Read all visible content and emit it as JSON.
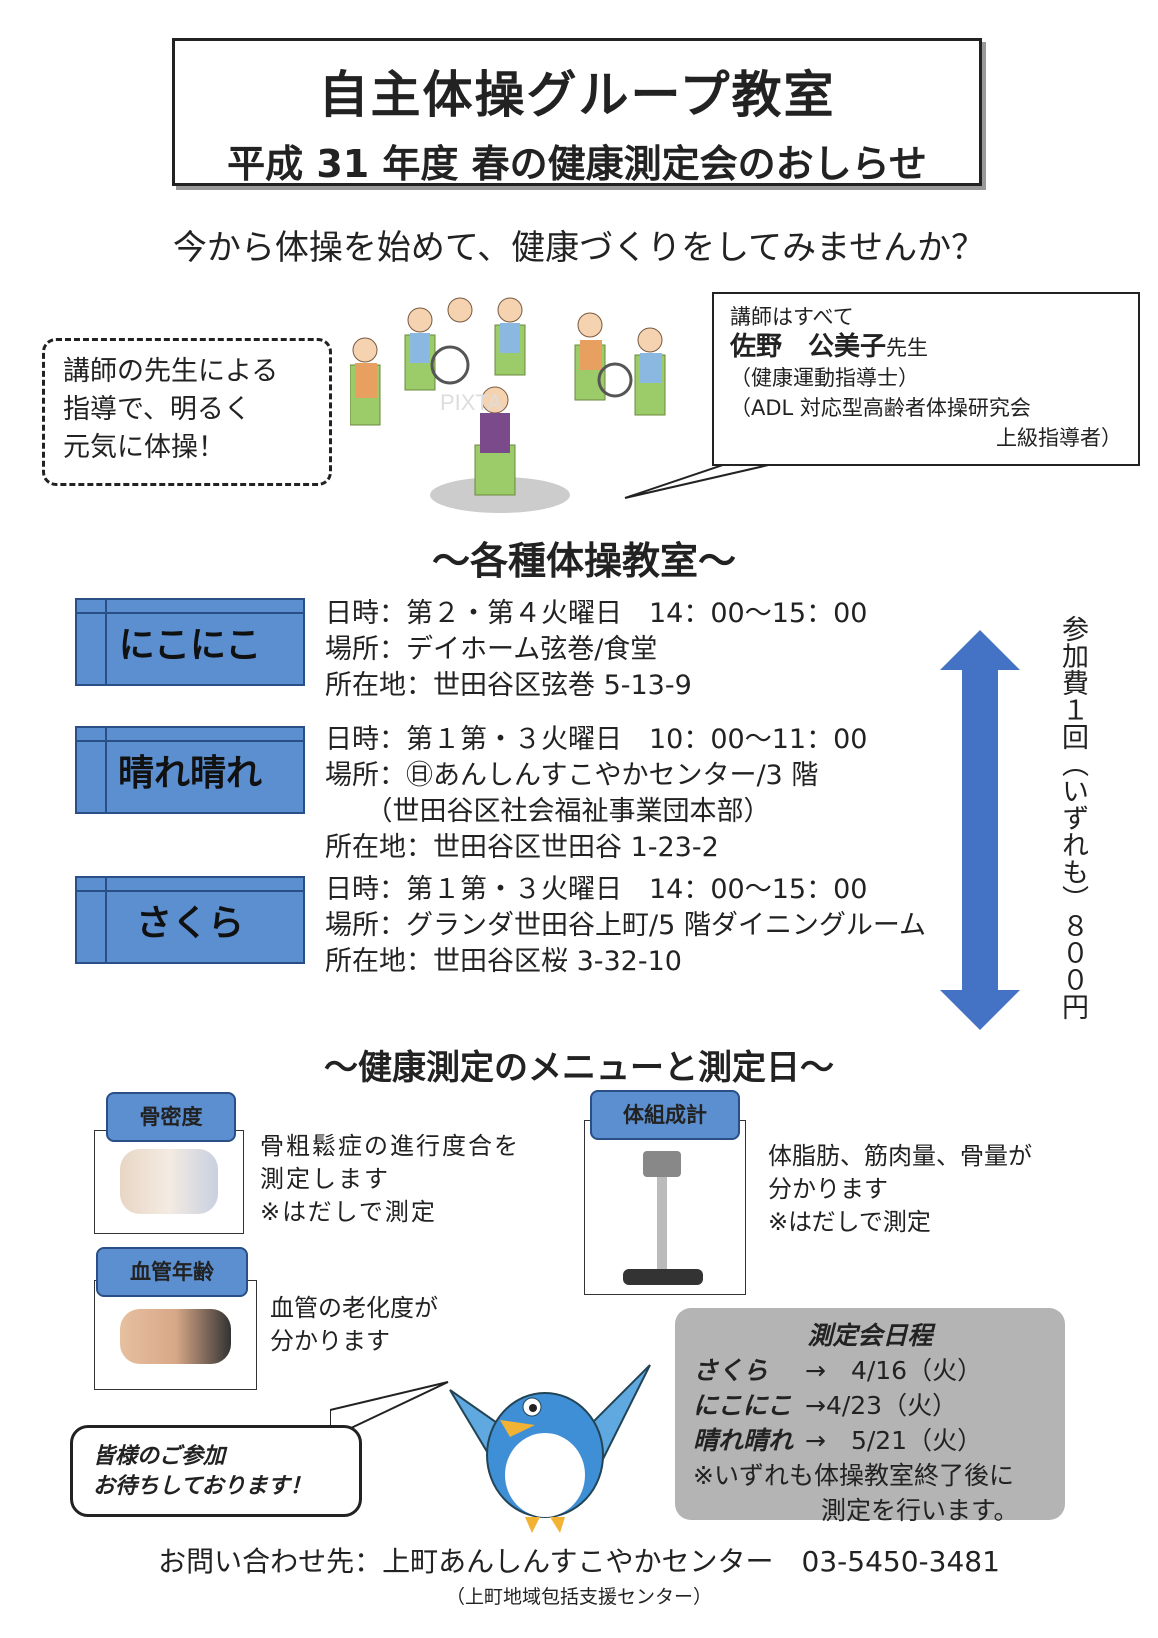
{
  "title": {
    "line1": "自主体操グループ教室",
    "line2": "平成 31 年度  春の健康測定会のおしらせ"
  },
  "lead": "今から体操を始めて、健康づくりをしてみませんか？",
  "callout": {
    "lines": [
      "講師の先生による",
      "指導で、明るく",
      "元気に体操！"
    ]
  },
  "instructor": {
    "intro": "講師はすべて",
    "name": "佐野　公美子",
    "suffix": "先生",
    "qual1": "（健康運動指導士）",
    "qual2": "（ADL 対応型高齢者体操研究会",
    "qual3": "上級指導者）"
  },
  "illustration_watermark": "PIXTA",
  "classes_heading": "～各種体操教室～",
  "classes": [
    {
      "name": "にこにこ",
      "lines": [
        "日時：第２・第４火曜日　14：00～15：00",
        "場所：デイホーム弦巻/食堂",
        "所在地：世田谷区弦巻 5-13-9"
      ]
    },
    {
      "name": "晴れ晴れ",
      "lines": [
        "日時：第１第・３火曜日　10：00～11：00",
        "場所：㊐あんしんすこやかセンター/3 階",
        "　　（世田谷区社会福祉事業団本部）",
        "所在地：世田谷区世田谷 1-23-2"
      ]
    },
    {
      "name": "さくら",
      "lines": [
        "日時：第１第・３火曜日　14：00～15：00",
        "場所：グランダ世田谷上町/5 階ダイニングルーム",
        "所在地：世田谷区桜 3-32-10"
      ]
    }
  ],
  "fee": "参加費１回（いずれも）８００円",
  "menu_heading": "～健康測定のメニューと測定日～",
  "menu": [
    {
      "tag": "骨密度",
      "lines": [
        "骨粗鬆症の進行度合を",
        "測定します",
        "※はだしで測定"
      ]
    },
    {
      "tag": "血管年齢",
      "lines": [
        "血管の老化度が",
        "分かります"
      ]
    },
    {
      "tag": "体組成計",
      "lines": [
        "体脂肪、筋肉量、骨量が",
        "分かります",
        "※はだしで測定"
      ]
    }
  ],
  "schedule": {
    "title": "測定会日程",
    "rows": [
      {
        "name": "さくら",
        "date": "→　4/16（火）"
      },
      {
        "name": "にこにこ",
        "date": "→4/23（火）"
      },
      {
        "name": "晴れ晴れ",
        "date": "→　5/21（火）"
      }
    ],
    "note1": "※いずれも体操教室終了後に",
    "note2": "測定を行います。"
  },
  "bubble": {
    "line1": "皆様のご参加",
    "line2": "お待ちしております！"
  },
  "contact": {
    "line1": "お問い合わせ先：上町あんしんすこやかセンター　03-5450-3481",
    "line2": "（上町地域包括支援センター）"
  },
  "colors": {
    "accent": "#5b8fd0",
    "arrow": "#4472c4",
    "schedule_bg": "#b4b4b4"
  }
}
